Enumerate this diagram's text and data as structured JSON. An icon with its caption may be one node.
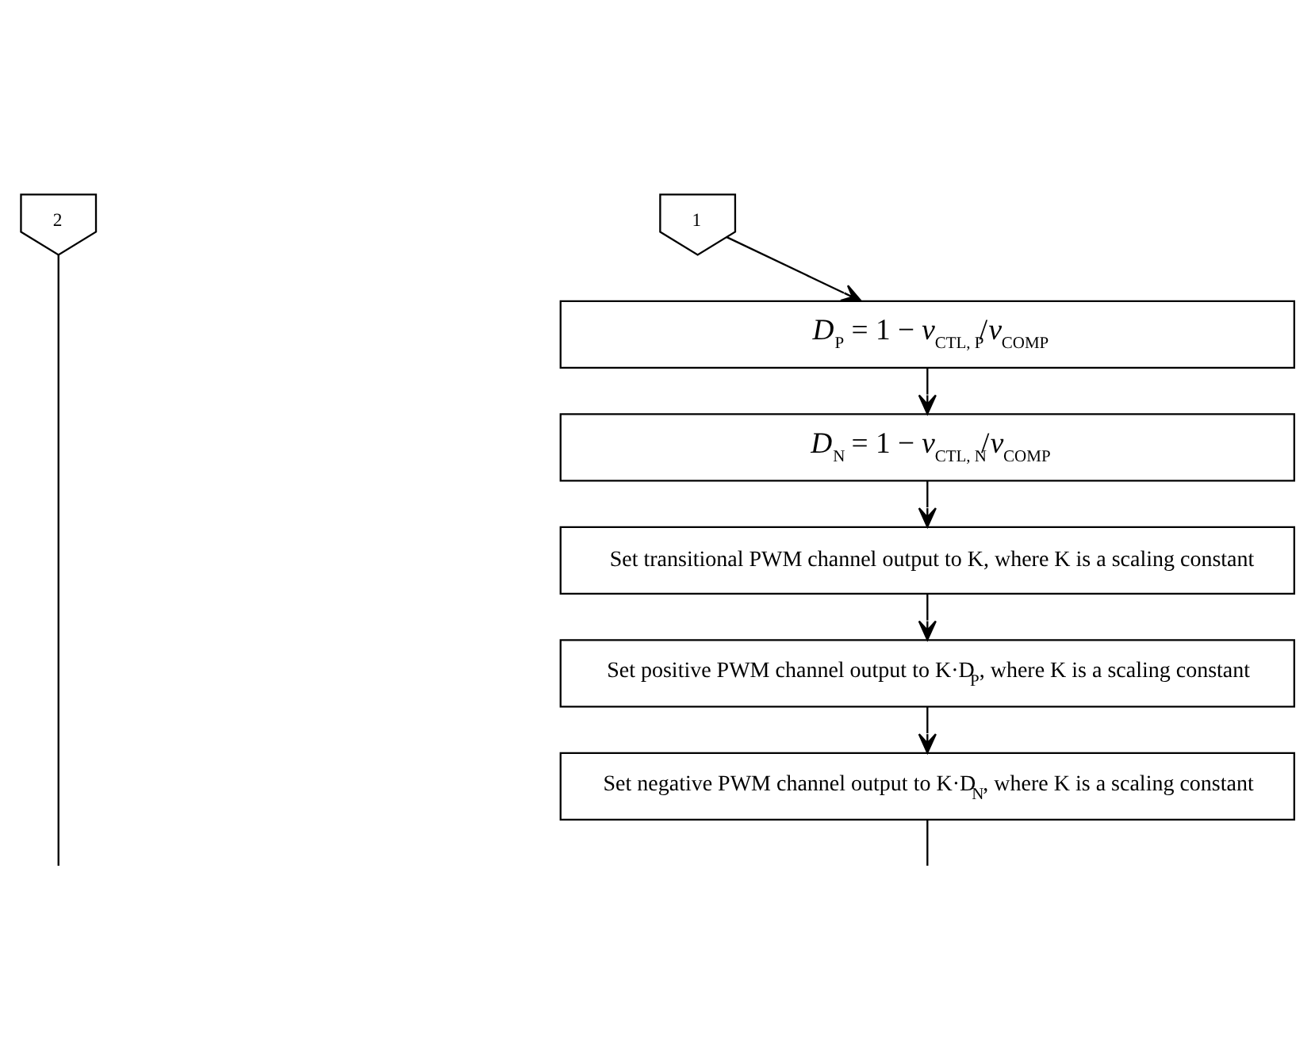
{
  "diagram": {
    "nodes": [
      {
        "text": [
          "2"
        ]
      },
      {
        "text": [
          "1"
        ]
      },
      {
        "text": [
          "*D*$_{P}$ = 1 − *v*$_{CTL, P}$/*v*$_{COMP}$"
        ]
      },
      {
        "text": [
          "*D*$_{N}$ = 1 − *v*$_{CTL, N}$/*v*$_{COMP}$"
        ]
      },
      {
        "text": [
          "Set transitional PWM channel output to K, where K is a scaling constant"
        ]
      },
      {
        "text": [
          "Set positive PWM channel output to K·D$_{P}$, where K is a scaling constant"
        ]
      },
      {
        "text": [
          "Set negative PWM channel output to K·D$_{N}$, where K is a scaling constant"
        ]
      }
    ],
    "edges": [
      {
        "from": 1,
        "to": 2,
        "arrow": "to"
      },
      {
        "from": 2,
        "to": 3,
        "arrow": "to"
      },
      {
        "from": 3,
        "to": 4,
        "arrow": "to"
      },
      {
        "from": 4,
        "to": 5,
        "arrow": "to"
      },
      {
        "from": 5,
        "to": 6,
        "arrow": "to"
      },
      {
        "from": 6,
        "to": null,
        "arrow": "none"
      },
      {
        "from": 0,
        "to": null,
        "arrow": "none"
      }
    ]
  }
}
